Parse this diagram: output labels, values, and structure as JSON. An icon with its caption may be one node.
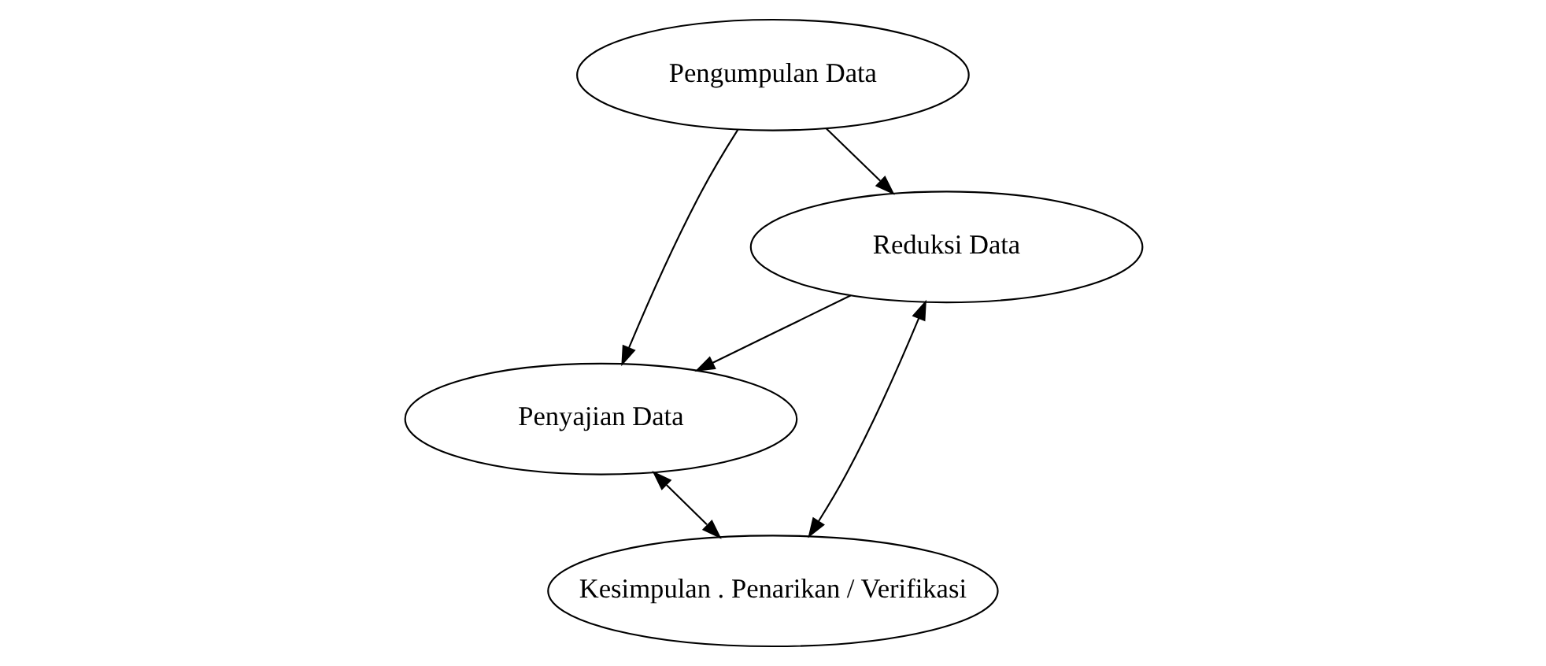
{
  "diagram": {
    "nodes": [
      {
        "text": [
          "Pengumpulan Data"
        ]
      },
      {
        "text": [
          "Penyajian Data"
        ]
      },
      {
        "text": [
          "Reduksi Data"
        ]
      },
      {
        "text": [
          "Kesimpulan . Penarikan / Verifikasi"
        ]
      }
    ],
    "edges": [
      {
        "from": 0,
        "to": 2,
        "arrow": "to"
      },
      {
        "from": 0,
        "to": 1,
        "arrow": "to"
      },
      {
        "from": 2,
        "to": 1,
        "arrow": "to"
      },
      {
        "from": 1,
        "to": 3,
        "arrow": "both"
      },
      {
        "from": 2,
        "to": 3,
        "arrow": "both"
      }
    ]
  }
}
